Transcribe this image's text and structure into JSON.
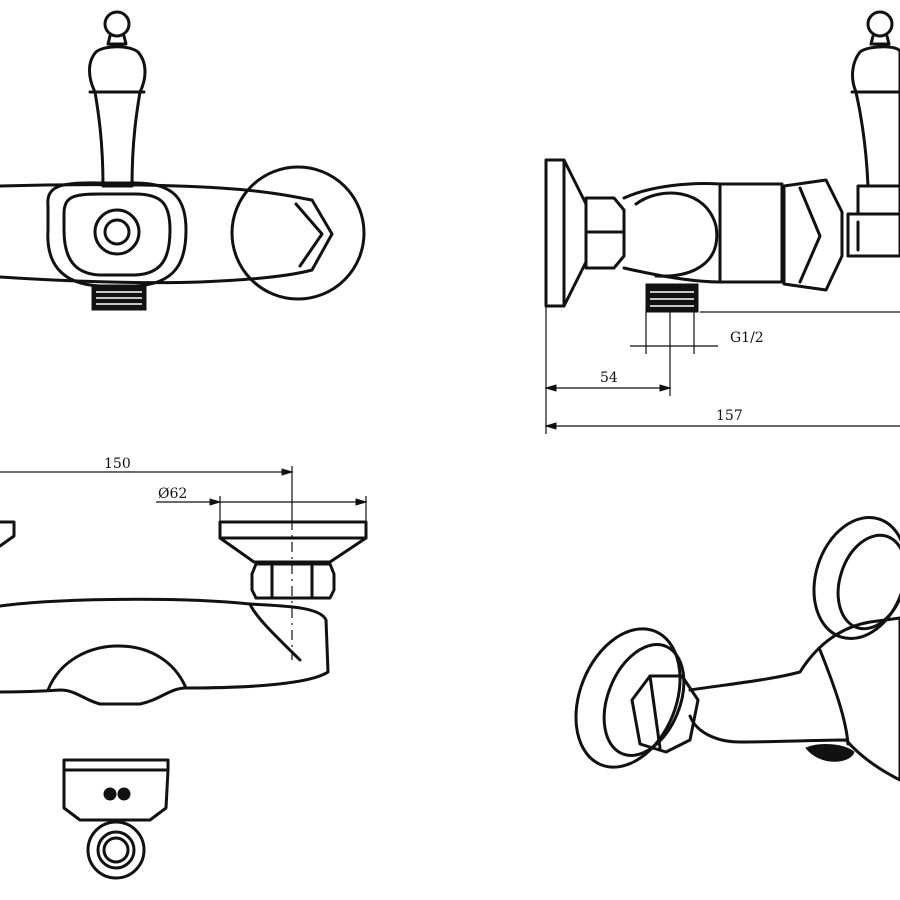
{
  "dimensions": {
    "g_thread": "G1/2",
    "inlet_offset": "54",
    "projection_total": "157",
    "center_distance": "150",
    "flange_diameter": "Ø62"
  }
}
